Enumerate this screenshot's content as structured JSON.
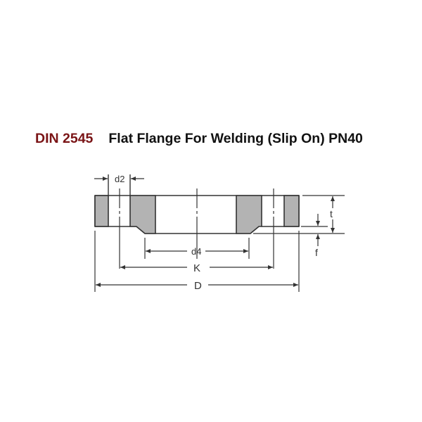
{
  "title": {
    "code": "DIN 2545",
    "description": "Flat Flange For Welding (Slip On) PN40",
    "code_color": "#7a1416"
  },
  "diagram": {
    "labels": {
      "bolt_hole_diameter": "d2",
      "raised_face_diameter": "d4",
      "bolt_circle": "K",
      "outer_diameter": "D",
      "thickness": "t",
      "raised_face_height": "f"
    },
    "fill_color": "#b3b3b3",
    "line_color": "#333333"
  }
}
